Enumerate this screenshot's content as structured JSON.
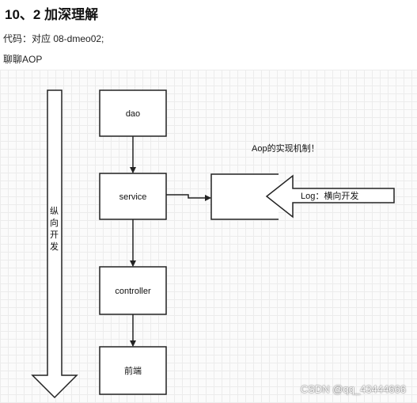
{
  "header": {
    "title": "10、2 加深理解",
    "code_line": "代码：对应 08-dmeo02;",
    "subtitle": "聊聊AOP"
  },
  "diagram": {
    "vertical_label": [
      "纵",
      "向",
      "开",
      "发"
    ],
    "boxes": {
      "dao": "dao",
      "service": "service",
      "controller": "controller",
      "frontend": "前端"
    },
    "aop_caption": "Aop的实现机制！",
    "log_label": "Log：横向开发"
  },
  "watermark": "CSDN @qq_43444666"
}
